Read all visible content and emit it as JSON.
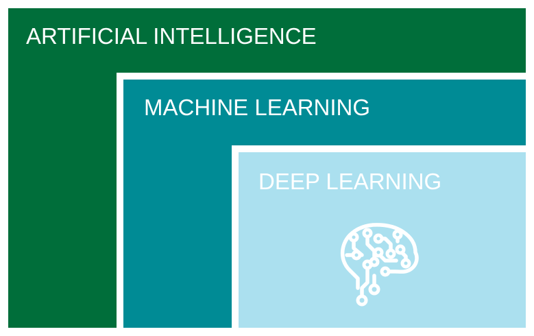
{
  "diagram": {
    "outer": {
      "label": "ARTIFICIAL INTELLIGENCE",
      "color": "#006e3a"
    },
    "middle": {
      "label": "MACHINE LEARNING",
      "color": "#008b95"
    },
    "inner": {
      "label": "DEEP LEARNING",
      "color": "#abe0ef",
      "icon": "brain-circuit-icon"
    },
    "text_color": "#ffffff"
  }
}
